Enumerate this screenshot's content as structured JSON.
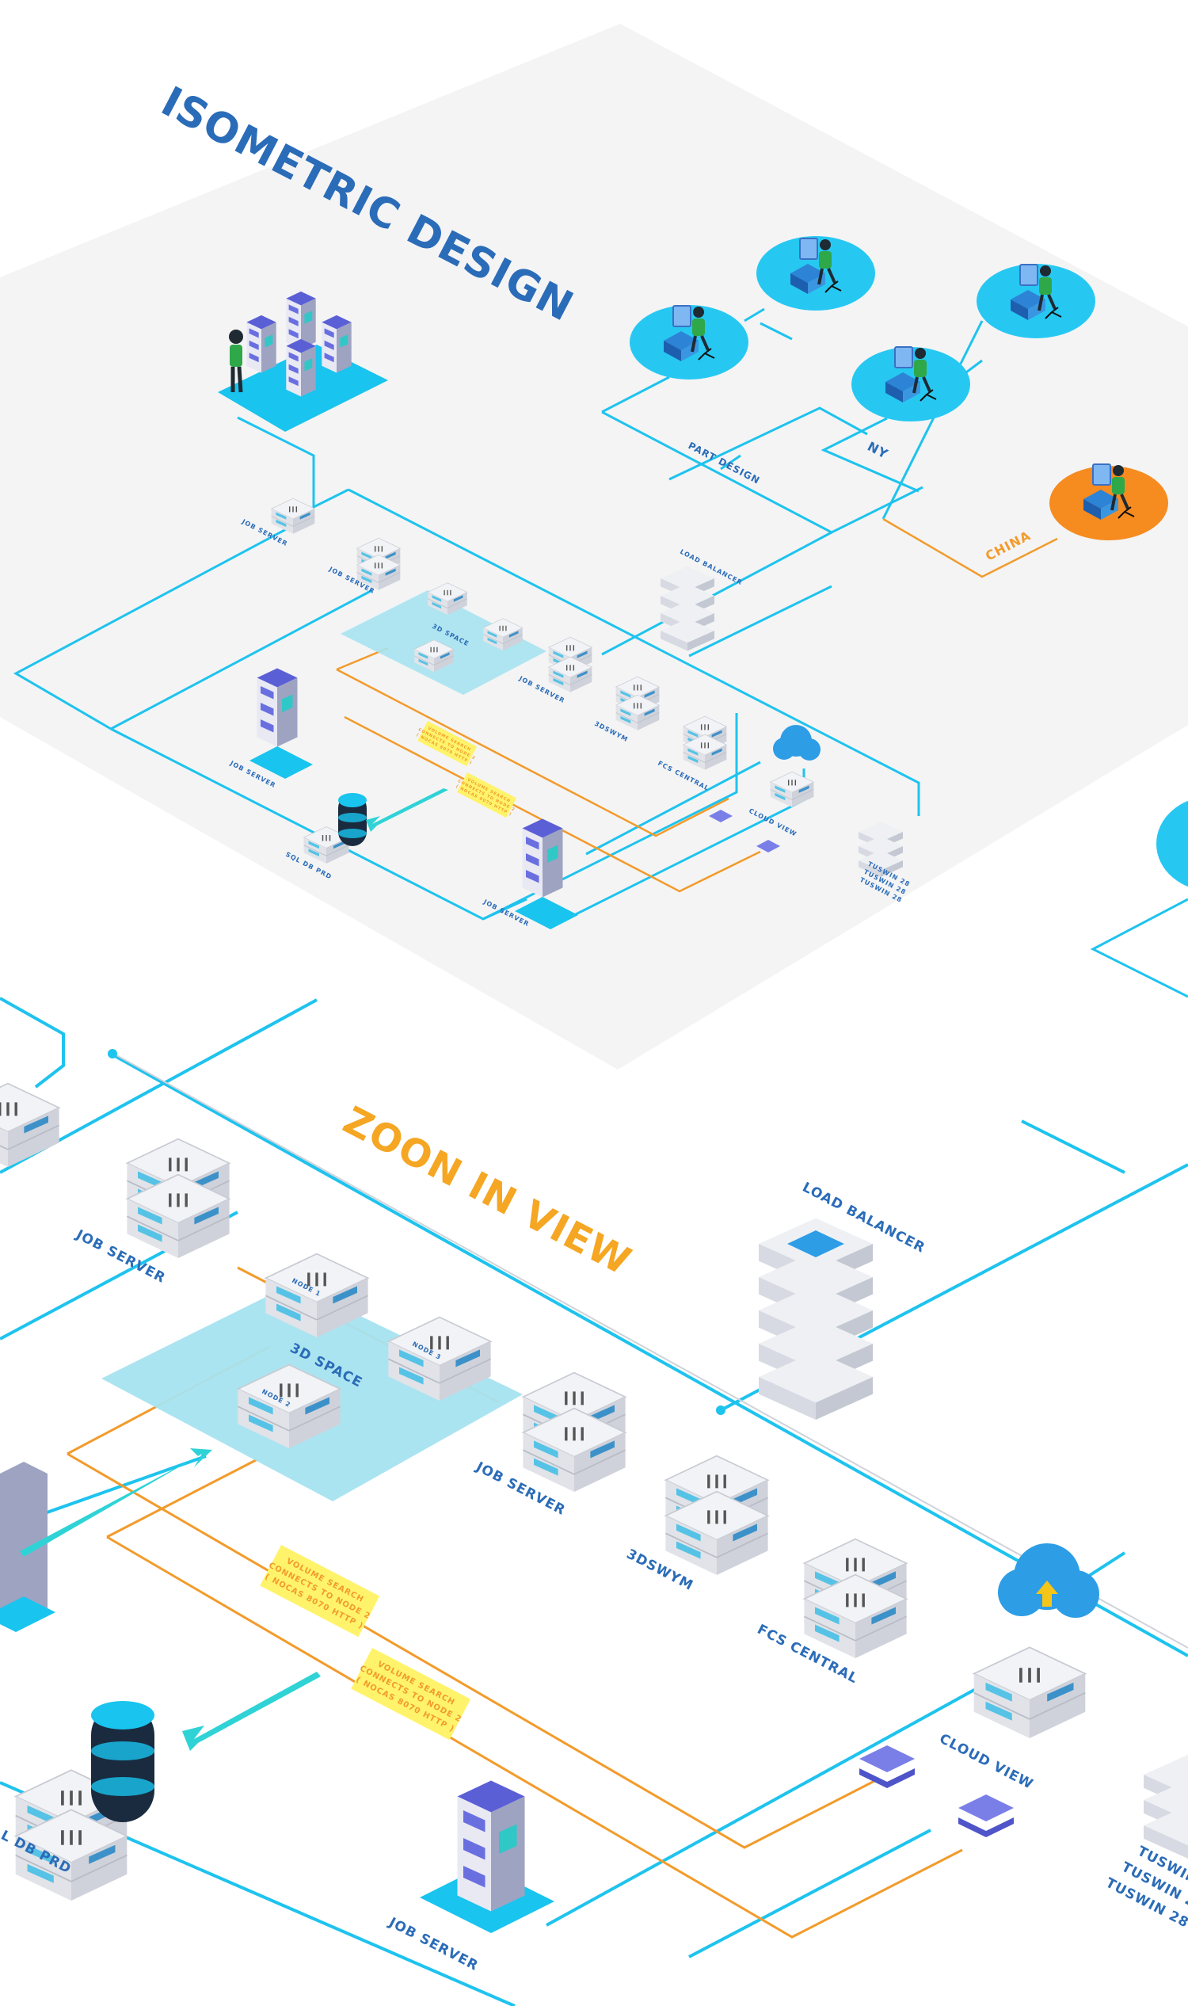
{
  "titles": {
    "main": "ISOMETRIC DESIGN",
    "zoom": "ZOON IN VIEW"
  },
  "colors": {
    "platform": "#f4f4f5",
    "cyan_line": "#1ec3ee",
    "orange_line": "#f29b2b",
    "title_blue": "#2b6cb8",
    "title_orange": "#f5a623",
    "space_fill": "#a7e3f0",
    "note_fill": "#fff36b",
    "workstation_blue": "#26c8f2",
    "workstation_orange": "#f68b1f"
  },
  "top": {
    "links": {
      "part_design": "PART DESIGN",
      "ny": "NY",
      "china": "CHINA"
    },
    "labels": {
      "job_server_1": "JOB SERVER",
      "job_server_2": "JOB SERVER",
      "load_balancer": "LOAD BALANCER",
      "space_3d": "3D SPACE",
      "job_server_3": "JOB SERVER",
      "swym": "3DSWYM",
      "fcs_central": "FCS CENTRAL",
      "job_server_4": "JOB SERVER",
      "cloud_view": "CLOUD VIEW",
      "sql_db": "SQL DB PRD",
      "job_server_5": "JOB SERVER",
      "tuswin_1": "TUSWIN 28",
      "tuswin_2": "TUSWIN 28",
      "tuswin_3": "TUSWIN 28"
    },
    "notes": {
      "note_1": [
        "VOLUME SEARCH",
        "CONNECTS TO NODE 2",
        "( NOCAS 8070 HTTP )"
      ],
      "note_2": [
        "VOLUME SEARCH",
        "CONNECTS TO NODE 2",
        "( NOCAS 8070 HTTP )"
      ]
    }
  },
  "zoom": {
    "labels": {
      "job_server_a": "JOB SERVER",
      "load_balancer": "LOAD BALANCER",
      "node_1": "NODE 1",
      "node_2": "NODE 2",
      "node_3": "NODE 3",
      "space_3d": "3D SPACE",
      "job_server_b": "JOB SERVER",
      "swym": "3DSWYM",
      "fcs_central": "FCS CENTRAL",
      "cloud_view": "CLOUD VIEW",
      "sql_db": "L DB PRD",
      "job_server_c": "JOB SERVER",
      "tuswin_1": "TUSWIN",
      "tuswin_2": "TUSWIN 2",
      "tuswin_3": "TUSWIN 28"
    },
    "notes": {
      "note_1": [
        "VOLUME SEARCH",
        "CONNECTS TO NODE 2",
        "( NOCAS 8070 HTTP )"
      ],
      "note_2": [
        "VOLUME SEARCH",
        "CONNECTS TO NODE 2",
        "( NOCAS 8070 HTTP )"
      ]
    }
  }
}
